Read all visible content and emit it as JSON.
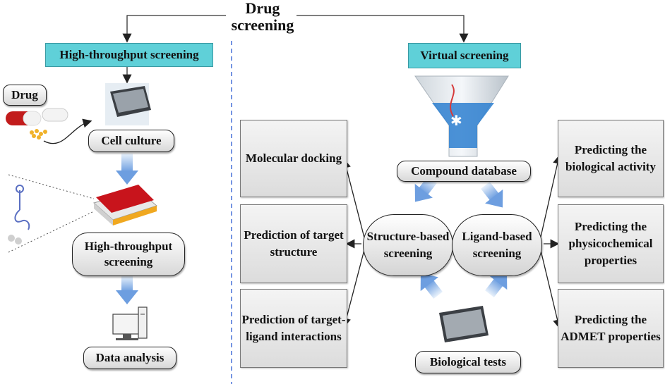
{
  "title": "Drug screening",
  "left": {
    "header": "High-throughput screening",
    "drug_label": "Drug",
    "cell_culture": "Cell culture",
    "hts": "High-throughput screening",
    "data_analysis": "Data analysis"
  },
  "right": {
    "header": "Virtual screening",
    "compound_db": "Compound database",
    "structure_based": "Structure-based screening",
    "ligand_based": "Ligand-based screening",
    "biological_tests": "Biological tests",
    "structure_outputs": [
      "Molecular docking",
      "Prediction of target structure",
      "Prediction of target-ligand interactions"
    ],
    "ligand_outputs": [
      "Predicting the biological activity",
      "Predicting the physicochemical properties",
      "Predicting the ADMET properties"
    ]
  },
  "colors": {
    "header_fill": "#5fd0d8",
    "divider": "#3a66d6",
    "arrow_blue": "#7aa9e0"
  }
}
